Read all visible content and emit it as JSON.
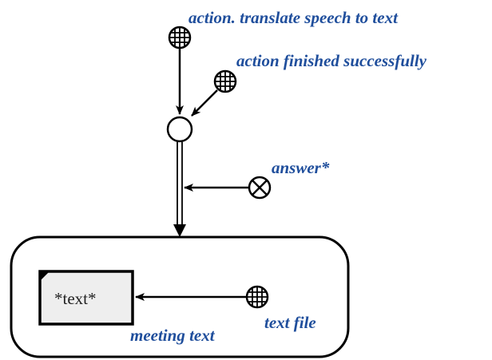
{
  "colors": {
    "label": "#1f4e9c",
    "stroke": "#000000",
    "document_fill": "#eeeeee"
  },
  "labels": {
    "action_translate": "action. translate speech to text",
    "action_finished": "action finished successfully",
    "answer": "answer*",
    "document_text": "*text*",
    "meeting_text": "meeting text",
    "text_file": "text file"
  },
  "icons": {
    "source_symbol": "circle-cross-hatch-icon",
    "decision_symbol": "circle-x-icon",
    "junction_symbol": "empty-circle-icon"
  }
}
